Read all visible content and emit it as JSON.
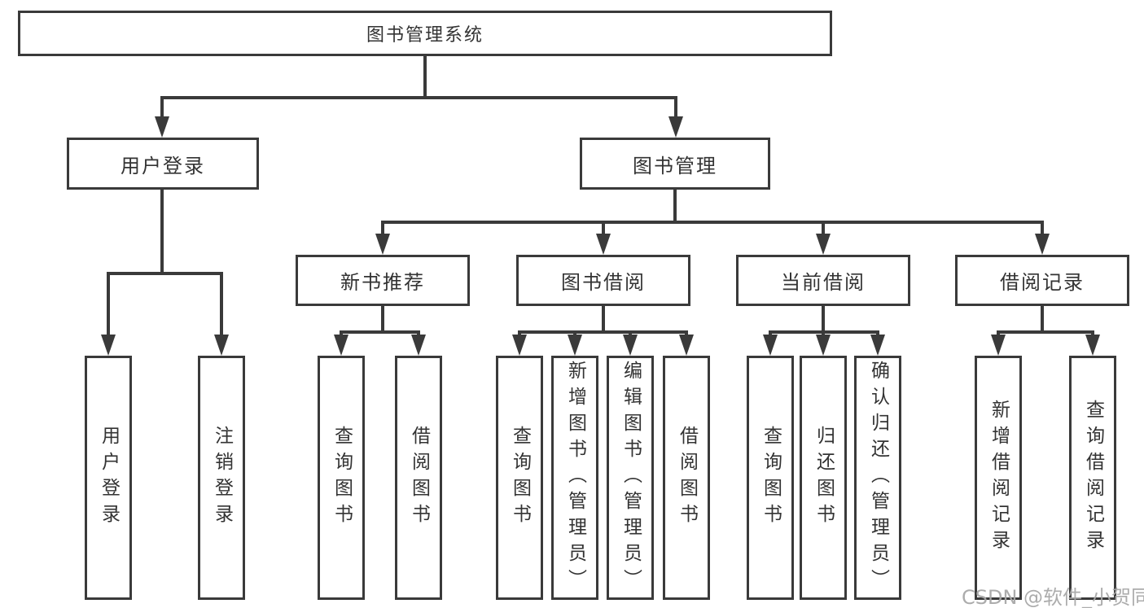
{
  "diagram": {
    "title": "图书管理系统",
    "branches": [
      {
        "label": "用户登录",
        "children": [
          {
            "label": "用户登录"
          },
          {
            "label": "注销登录"
          }
        ]
      },
      {
        "label": "图书管理",
        "children": [
          {
            "label": "新书推荐",
            "children": [
              {
                "label": "查询图书"
              },
              {
                "label": "借阅图书"
              }
            ]
          },
          {
            "label": "图书借阅",
            "children": [
              {
                "label": "查询图书"
              },
              {
                "label": "新增图书（管理员）"
              },
              {
                "label": "编辑图书（管理员）"
              },
              {
                "label": "借阅图书"
              }
            ]
          },
          {
            "label": "当前借阅",
            "children": [
              {
                "label": "查询图书"
              },
              {
                "label": "归还图书"
              },
              {
                "label": "确认归还（管理员）"
              }
            ]
          },
          {
            "label": "借阅记录",
            "children": [
              {
                "label": "新增借阅记录"
              },
              {
                "label": "查询借阅记录"
              }
            ]
          }
        ]
      }
    ]
  },
  "watermark": "CSDN @软件_小贺同学",
  "colors": {
    "line": "#3a3a3a",
    "text": "#333333",
    "box_background": "#ffffff",
    "watermark": "#a8a8a8",
    "page_background": "#ffffff"
  }
}
